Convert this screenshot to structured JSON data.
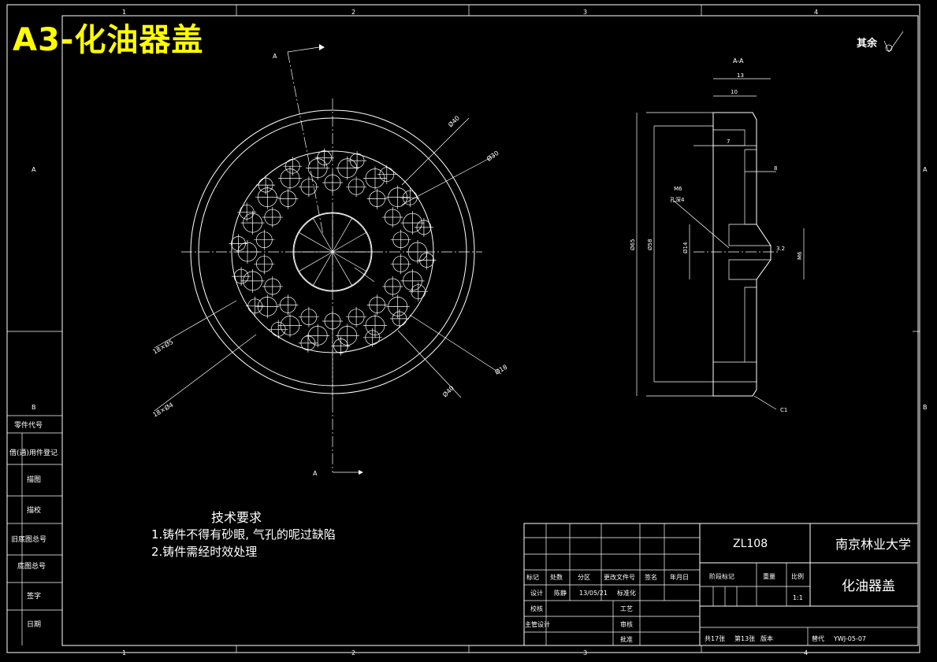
{
  "banner": {
    "title": "A3-化油器盖",
    "color": "#ffff00"
  },
  "surface_note": {
    "label": "其余"
  },
  "section_view": {
    "label": "A-A"
  },
  "border": {
    "top_zones": [
      "1",
      "2",
      "3",
      "4"
    ],
    "bottom_zones": [
      "1",
      "2",
      "3",
      "4"
    ],
    "left_zones": [
      "A",
      "B"
    ],
    "right_zones": [
      "A",
      "B"
    ]
  },
  "cut_marks": {
    "top": "A",
    "bottom": "A"
  },
  "dimensions": {
    "main": [
      "Ø40",
      "Ø30",
      "Ø18",
      "Ø40",
      "18×Ø5",
      "18×Ø4"
    ],
    "section": [
      "13",
      "10",
      "7",
      "8",
      "M6",
      "孔深4",
      "Ø65",
      "Ø58",
      "Ø14",
      "3.2",
      "M6",
      "C1"
    ]
  },
  "tech_requirements": {
    "heading": "技术要求",
    "items": [
      "1.铸件不得有砂眼, 气孔的呢过缺陷",
      "2.铸件需经时效处理"
    ]
  },
  "left_strip": {
    "labels": [
      "零件代号",
      "借(通)用件登记",
      "描图",
      "描校",
      "旧底图总号",
      "底图总号",
      "签字",
      "日期"
    ]
  },
  "title_block": {
    "material": "ZL108",
    "school": "南京林业大学",
    "part_name": "化油器盖",
    "headers": [
      "标记",
      "处数",
      "分区",
      "更改文件号",
      "签名",
      "年月日"
    ],
    "stage_headers": [
      "阶段标记",
      "重量",
      "比例"
    ],
    "scale": "1:1",
    "roles": [
      "设计",
      "校核",
      "主管设计"
    ],
    "designer": "陈静",
    "date": "13/05/21",
    "right_roles": [
      "标准化",
      "工艺",
      "审核",
      "批准"
    ],
    "sheets_total": "共17张",
    "sheet_no": "第13张",
    "version_label": "版本",
    "replace_label": "替代",
    "drawing_no": "YWJ-05-07"
  }
}
